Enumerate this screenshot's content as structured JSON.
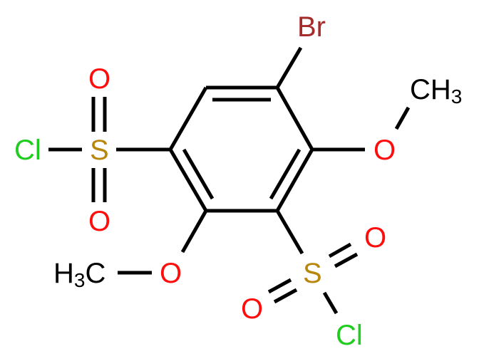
{
  "molecule": {
    "name": "5-bromo-4,6-dimethoxybenzene-1,3-disulfonyl chloride",
    "colors": {
      "bond": "#000000",
      "oxygen": "#ff0d0d",
      "sulfur": "#b8860b",
      "chlorine": "#1fcc1f",
      "bromine": "#a52a2a",
      "carbon": "#000000"
    },
    "atoms": {
      "br": "Br",
      "o_top_right": "O",
      "ch3_top_right_c": "CH",
      "ch3_top_right_sub": "3",
      "cl_left": "Cl",
      "s_left": "S",
      "o_left_top": "O",
      "o_left_bottom": "O",
      "o_bottom_left": "O",
      "ch3_bottom_left_h": "H",
      "ch3_bottom_left_sub": "3",
      "ch3_bottom_left_c": "C",
      "s_right": "S",
      "o_right_top": "O",
      "o_right_bottom": "O",
      "cl_right": "Cl"
    }
  }
}
